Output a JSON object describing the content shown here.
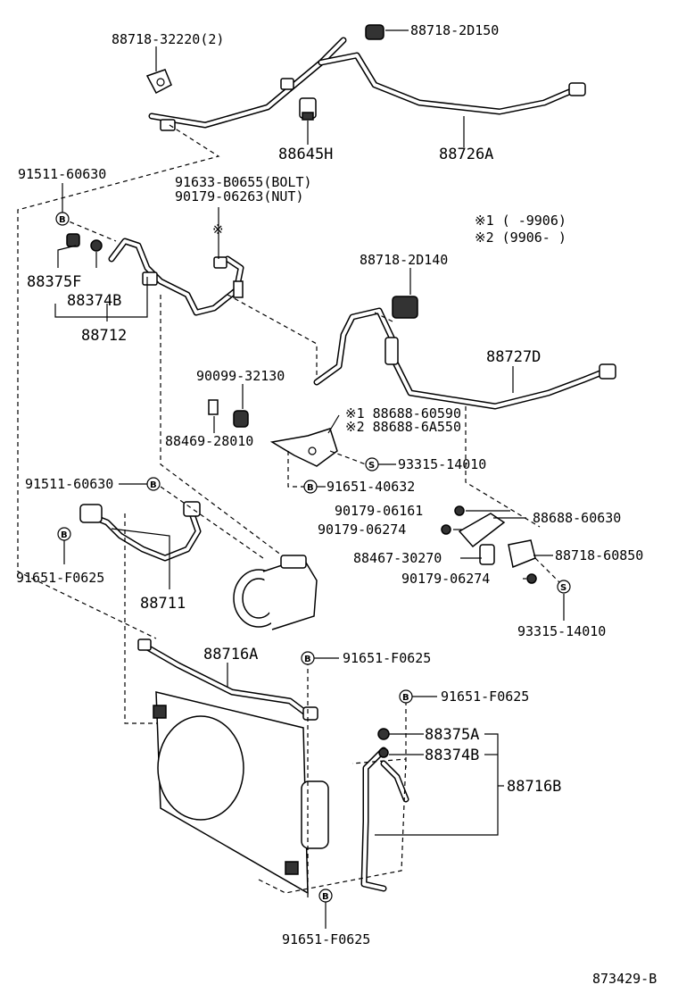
{
  "diagram_id": "873429-B",
  "variant_note": {
    "line1": "※1 (      -9906)",
    "line2": "※2 (9906-      )"
  },
  "circle_marks": {
    "bolt": "B",
    "screw": "S",
    "ref": "※"
  },
  "labels": {
    "p88718_32220": "88718-32220(2)",
    "p88718_2D150": "88718-2D150",
    "p88645H": "88645H",
    "p88726A": "88726A",
    "p91511_60630_a": "91511-60630",
    "p91633_B0655": "91633-B0655(BOLT)",
    "p90179_06263": "90179-06263(NUT)",
    "p88375F": "88375F",
    "p88374B": "88374B",
    "p88712": "88712",
    "p88718_2D140": "88718-2D140",
    "p88727D": "88727D",
    "p90099_32130": "90099-32130",
    "p88688_60590": "※1 88688-60590",
    "p88688_6A550": "※2 88688-6A550",
    "p88469_28010": "88469-28010",
    "p93315_14010_a": "93315-14010",
    "p91651_40632": "91651-40632",
    "p91511_60630_b": "91511-60630",
    "p90179_06161": "90179-06161",
    "p88688_60630": "88688-60630",
    "p90179_06274_a": "90179-06274",
    "p88467_30270": "88467-30270",
    "p88718_60850": "88718-60850",
    "p91651_F0625_a": "91651-F0625",
    "p88711": "88711",
    "p90179_06274_b": "90179-06274",
    "p93315_14010_b": "93315-14010",
    "p88716A": "88716A",
    "p91651_F0625_b": "91651-F0625",
    "p91651_F0625_c": "91651-F0625",
    "p88375A": "88375A",
    "p88374B_2": "88374B",
    "p88716B": "88716B",
    "p91651_F0625_d": "91651-F0625"
  }
}
